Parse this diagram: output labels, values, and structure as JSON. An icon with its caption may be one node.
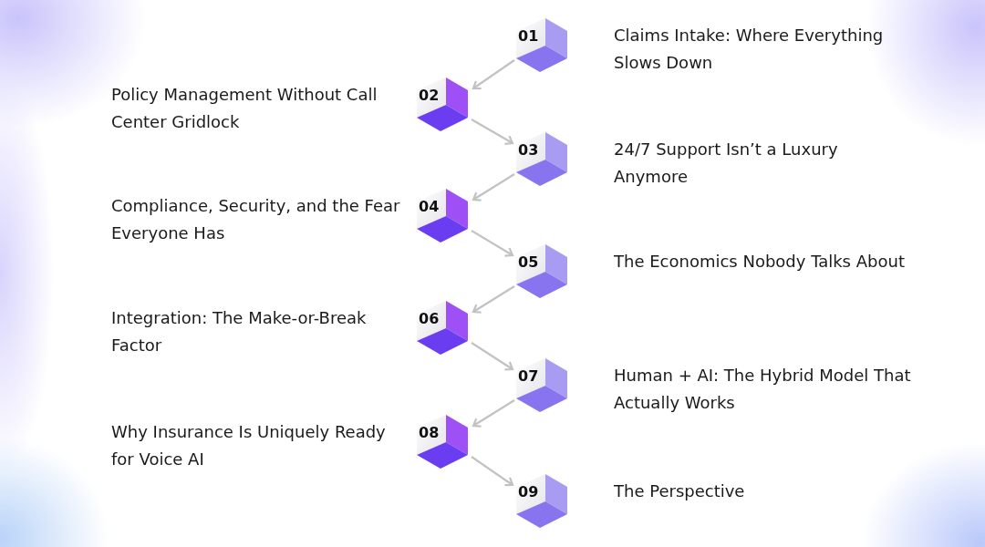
{
  "diagram": {
    "nodes": [
      {
        "text": [
          "01"
        ],
        "beside": [
          "Claims Intake: Where Everything Slows Down"
        ]
      },
      {
        "text": [
          "02"
        ],
        "beside": [
          "Policy Management Without Call Center Gridlock"
        ]
      },
      {
        "text": [
          "03"
        ],
        "beside": [
          "24/7 Support Isn’t a Luxury Anymore"
        ]
      },
      {
        "text": [
          "04"
        ],
        "beside": [
          "Compliance, Security, and the Fear Everyone Has"
        ]
      },
      {
        "text": [
          "05"
        ],
        "beside": [
          "The Economics Nobody Talks About"
        ]
      },
      {
        "text": [
          "06"
        ],
        "beside": [
          "Integration: The Make-or-Break Factor"
        ]
      },
      {
        "text": [
          "07"
        ],
        "beside": [
          "Human + AI: The Hybrid Model That Actually Works"
        ]
      },
      {
        "text": [
          "08"
        ],
        "beside": [
          "Why Insurance Is Uniquely Ready for Voice AI"
        ]
      },
      {
        "text": [
          "09"
        ],
        "beside": [
          "The Perspective"
        ]
      }
    ],
    "edges": [
      {
        "from": 0,
        "to": 1,
        "arrow": "to"
      },
      {
        "from": 1,
        "to": 2,
        "arrow": "to"
      },
      {
        "from": 2,
        "to": 3,
        "arrow": "to"
      },
      {
        "from": 3,
        "to": 4,
        "arrow": "to"
      },
      {
        "from": 4,
        "to": 5,
        "arrow": "to"
      },
      {
        "from": 5,
        "to": 6,
        "arrow": "to"
      },
      {
        "from": 6,
        "to": 7,
        "arrow": "to"
      },
      {
        "from": 7,
        "to": 8,
        "arrow": "to"
      }
    ]
  }
}
